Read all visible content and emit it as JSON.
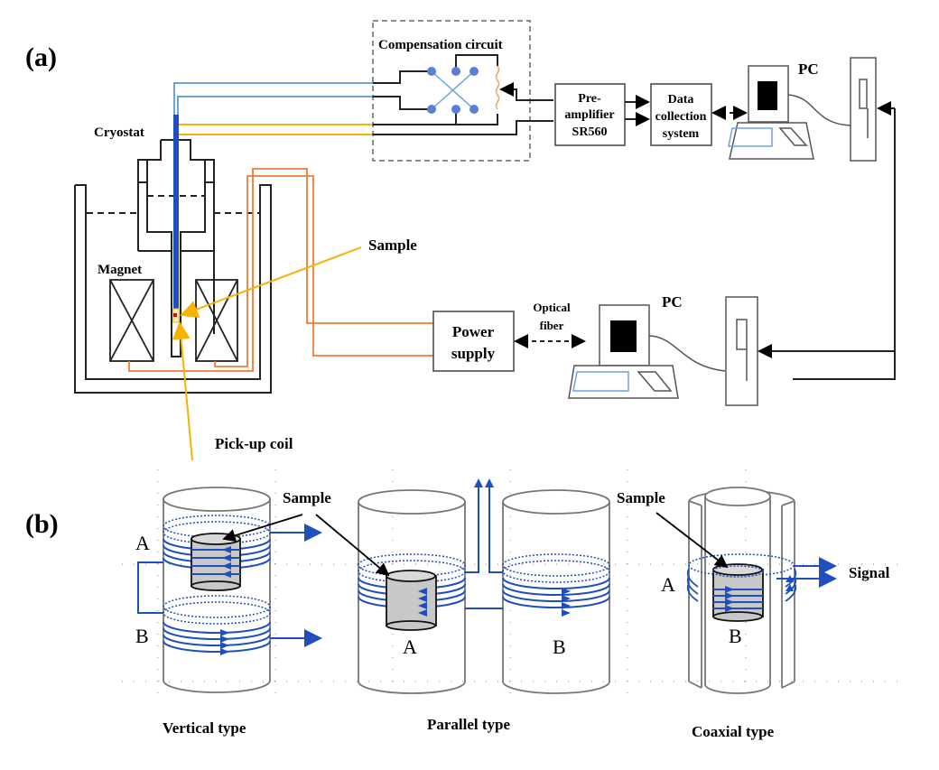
{
  "panel_a": {
    "label": "(a)",
    "compensation_circuit": "Compensation circuit",
    "preamp": [
      "Pre-",
      "amplifier",
      "SR560"
    ],
    "data_collection": [
      "Data",
      "collection",
      "system"
    ],
    "pc_top": "PC",
    "pc_bottom": "PC",
    "cryostat": "Cryostat",
    "sample": "Sample",
    "magnet": "Magnet",
    "power_supply": [
      "Power",
      "supply"
    ],
    "optical_fiber": [
      "Optical",
      "fiber"
    ],
    "pickup_coil": "Pick-up coil"
  },
  "panel_b": {
    "label": "(b)",
    "vertical": {
      "sample": "Sample",
      "coil_a": "A",
      "coil_b": "B",
      "caption": "Vertical type"
    },
    "parallel": {
      "coil_a": "A",
      "coil_b": "B",
      "caption": "Parallel type"
    },
    "coaxial": {
      "sample": "Sample",
      "coil_a": "A",
      "coil_b": "B",
      "signal": "Signal",
      "caption": "Coaxial type"
    }
  },
  "colors": {
    "signal_blue": "#1f4fbf",
    "wire_light_blue": "#6fa3dc",
    "wire_yellow": "#f5b400",
    "wire_orange": "#f07b35",
    "sample_red": "#e00000",
    "sample_gray": "#c8c8c8"
  }
}
